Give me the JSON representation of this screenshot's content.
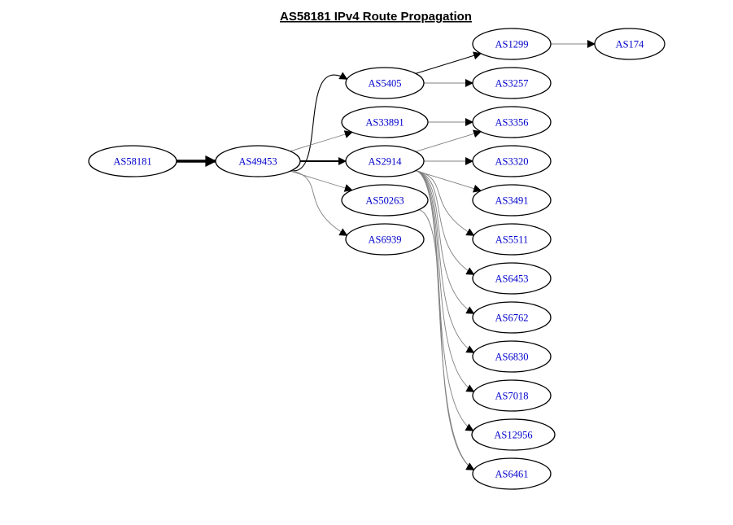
{
  "title": "AS58181 IPv4 Route Propagation",
  "colors": {
    "node_stroke": "#000000",
    "node_fill": "#ffffff",
    "label": "#0000cc",
    "edge_strong": "#000000",
    "edge_weak": "#808080"
  },
  "nodes": [
    {
      "id": "AS58181",
      "label": "AS58181"
    },
    {
      "id": "AS49453",
      "label": "AS49453"
    },
    {
      "id": "AS5405",
      "label": "AS5405"
    },
    {
      "id": "AS33891",
      "label": "AS33891"
    },
    {
      "id": "AS2914",
      "label": "AS2914"
    },
    {
      "id": "AS50263",
      "label": "AS50263"
    },
    {
      "id": "AS6939",
      "label": "AS6939"
    },
    {
      "id": "AS1299",
      "label": "AS1299"
    },
    {
      "id": "AS3257",
      "label": "AS3257"
    },
    {
      "id": "AS3356",
      "label": "AS3356"
    },
    {
      "id": "AS3320",
      "label": "AS3320"
    },
    {
      "id": "AS3491",
      "label": "AS3491"
    },
    {
      "id": "AS5511",
      "label": "AS5511"
    },
    {
      "id": "AS6453",
      "label": "AS6453"
    },
    {
      "id": "AS6762",
      "label": "AS6762"
    },
    {
      "id": "AS6830",
      "label": "AS6830"
    },
    {
      "id": "AS7018",
      "label": "AS7018"
    },
    {
      "id": "AS12956",
      "label": "AS12956"
    },
    {
      "id": "AS6461",
      "label": "AS6461"
    },
    {
      "id": "AS174",
      "label": "AS174"
    }
  ],
  "edges": [
    {
      "from": "AS58181",
      "to": "AS49453",
      "weight": "heavy"
    },
    {
      "from": "AS49453",
      "to": "AS5405",
      "weight": "medium"
    },
    {
      "from": "AS49453",
      "to": "AS33891",
      "weight": "light"
    },
    {
      "from": "AS49453",
      "to": "AS2914",
      "weight": "strong"
    },
    {
      "from": "AS49453",
      "to": "AS50263",
      "weight": "light"
    },
    {
      "from": "AS49453",
      "to": "AS6939",
      "weight": "light"
    },
    {
      "from": "AS5405",
      "to": "AS1299",
      "weight": "medium"
    },
    {
      "from": "AS5405",
      "to": "AS3257",
      "weight": "light"
    },
    {
      "from": "AS33891",
      "to": "AS3356",
      "weight": "light"
    },
    {
      "from": "AS2914",
      "to": "AS3356",
      "weight": "light"
    },
    {
      "from": "AS2914",
      "to": "AS3320",
      "weight": "light"
    },
    {
      "from": "AS2914",
      "to": "AS3491",
      "weight": "light"
    },
    {
      "from": "AS2914",
      "to": "AS5511",
      "weight": "light"
    },
    {
      "from": "AS2914",
      "to": "AS6453",
      "weight": "light"
    },
    {
      "from": "AS2914",
      "to": "AS6762",
      "weight": "light"
    },
    {
      "from": "AS2914",
      "to": "AS6830",
      "weight": "light"
    },
    {
      "from": "AS2914",
      "to": "AS7018",
      "weight": "light"
    },
    {
      "from": "AS2914",
      "to": "AS12956",
      "weight": "light"
    },
    {
      "from": "AS2914",
      "to": "AS6461",
      "weight": "light"
    },
    {
      "from": "AS50263",
      "to": "AS6461",
      "weight": "light"
    },
    {
      "from": "AS1299",
      "to": "AS174",
      "weight": "light"
    }
  ]
}
